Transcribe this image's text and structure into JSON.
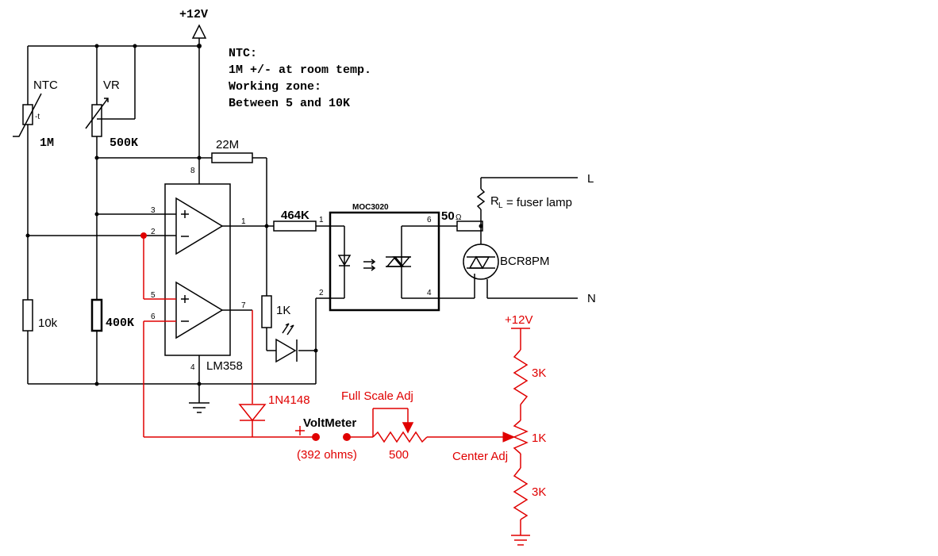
{
  "power": {
    "main_supply": "+12V",
    "meter_supply": "+12V"
  },
  "note": {
    "line1": "NTC:",
    "line2": "1M +/- at room temp.",
    "line3": "Working zone:",
    "line4": "Between 5 and 10K"
  },
  "components": {
    "ntc_label": "NTC",
    "ntc_value": "1M",
    "ntc_symbol": "-t",
    "vr_label": "VR",
    "vr_value": "500K",
    "r_feedback": "22M",
    "r_10k": "10k",
    "r_400k": "400K",
    "r_464k": "464K",
    "r_1k": "1K",
    "opamp": "LM358",
    "opto": "MOC3020",
    "r_50": "50",
    "r_50_unit": "Ω",
    "triac": "BCR8PM",
    "load_prefix": "R",
    "load_sub": "L",
    "load_desc": "= fuser lamp",
    "line_l": "L",
    "line_n": "N"
  },
  "pins": {
    "p8": "8",
    "p3": "3",
    "p2": "2",
    "p1": "1",
    "p5": "5",
    "p6": "6",
    "p7": "7",
    "p4": "4",
    "opto_1": "1",
    "opto_2": "2",
    "opto_6": "6",
    "opto_4": "4"
  },
  "meter": {
    "diode": "1N4148",
    "title": "VoltMeter",
    "plus": "+",
    "resistance": "(392 ohms)",
    "full_scale": "Full Scale Adj",
    "pot_value": "500",
    "center_adj": "Center Adj",
    "r_top": "3K",
    "r_mid": "1K",
    "r_bot": "3K"
  }
}
